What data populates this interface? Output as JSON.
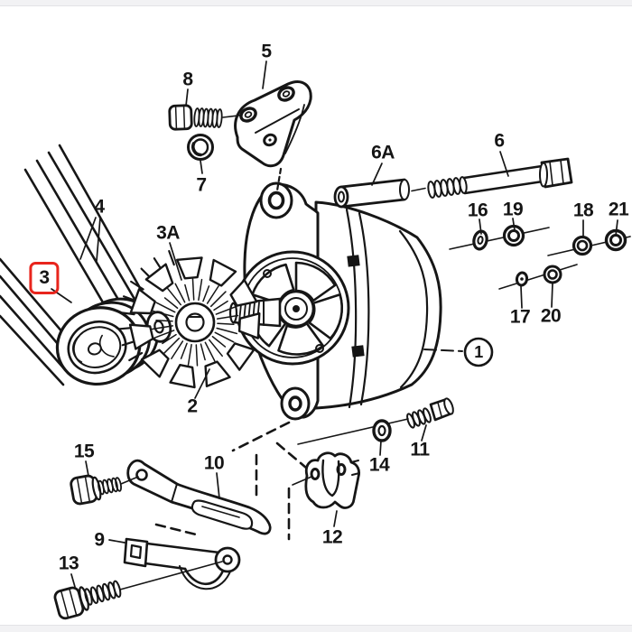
{
  "window": {
    "top_bar_color": "#f2f2f4",
    "bottom_bar_color": "#f2f2f4",
    "canvas_color": "#ffffff"
  },
  "diagram": {
    "type": "exploded-parts-diagram",
    "subject": "alternator-with-mounting-hardware",
    "line_color": "#161616",
    "highlight": {
      "part": "3",
      "box_color": "#e8251d"
    },
    "labels": [
      {
        "id": "1",
        "text": "1",
        "style": "circled"
      },
      {
        "id": "2",
        "text": "2"
      },
      {
        "id": "3",
        "text": "3",
        "style": "highlighted"
      },
      {
        "id": "3A",
        "text": "3A"
      },
      {
        "id": "4",
        "text": "4"
      },
      {
        "id": "5",
        "text": "5"
      },
      {
        "id": "6",
        "text": "6"
      },
      {
        "id": "6A",
        "text": "6A"
      },
      {
        "id": "7",
        "text": "7"
      },
      {
        "id": "8",
        "text": "8"
      },
      {
        "id": "9",
        "text": "9"
      },
      {
        "id": "10",
        "text": "10"
      },
      {
        "id": "11",
        "text": "11"
      },
      {
        "id": "12",
        "text": "12"
      },
      {
        "id": "13",
        "text": "13"
      },
      {
        "id": "14",
        "text": "14"
      },
      {
        "id": "15",
        "text": "15"
      },
      {
        "id": "16",
        "text": "16"
      },
      {
        "id": "17",
        "text": "17"
      },
      {
        "id": "18",
        "text": "18"
      },
      {
        "id": "19",
        "text": "19"
      },
      {
        "id": "20",
        "text": "20"
      },
      {
        "id": "21",
        "text": "21"
      }
    ]
  }
}
